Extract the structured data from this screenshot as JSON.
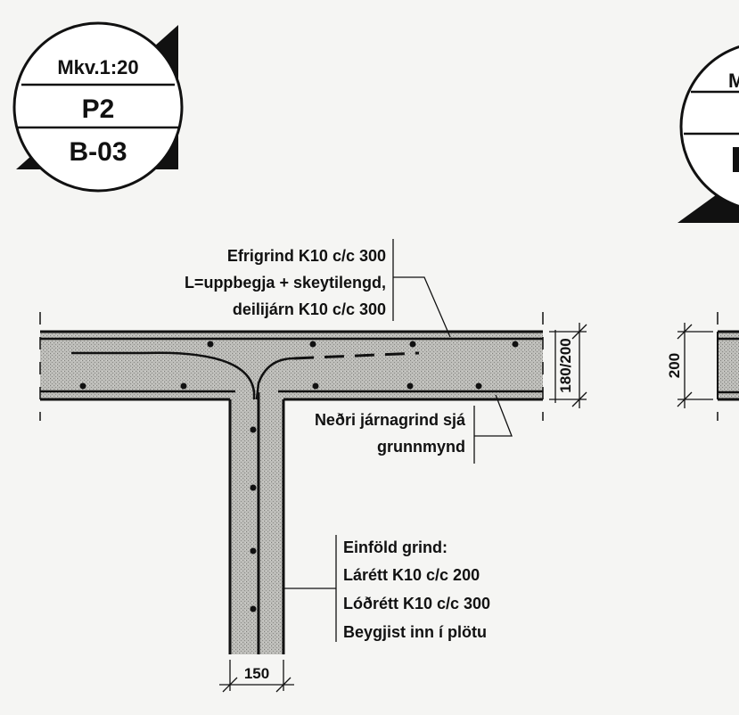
{
  "left_badge": {
    "scale": "Mkv.1:20",
    "detail_no": "P2",
    "sheet_no": "B-03"
  },
  "right_badge": {
    "scale_partial": "M"
  },
  "callouts": {
    "top_line1": "Efrigrind K10 c/c 300",
    "top_line2": "L=uppbegja + skeytilengd,",
    "top_line3": "deilijárn K10 c/c 300",
    "mid_line1": "Neðri járnagrind sjá",
    "mid_line2": "grunnmynd",
    "wall_line1": "Einföld grind:",
    "wall_line2": "Lárétt K10 c/c 200",
    "wall_line3": "Lóðrétt K10 c/c 300",
    "wall_line4": "Beygjist inn í plötu"
  },
  "dimensions": {
    "slab_thickness": "180/200",
    "wall_thickness": "150",
    "right_slab_thickness": "200"
  },
  "colors": {
    "ink": "#111111",
    "concrete": "#b9b9b5",
    "paper": "#f5f5f3"
  }
}
